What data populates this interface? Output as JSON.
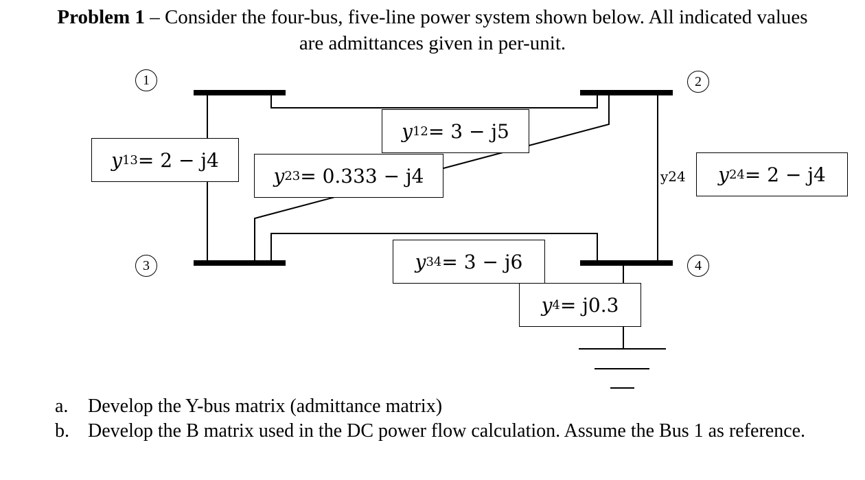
{
  "problem": {
    "label": "Problem 1",
    "dash": "–",
    "line1": "Consider the four-bus, five-line power system shown below.  All indicated values",
    "line2": "are admittances given in per-unit."
  },
  "buses": [
    {
      "id": "1"
    },
    {
      "id": "2"
    },
    {
      "id": "3"
    },
    {
      "id": "4"
    }
  ],
  "admittances": {
    "y12": {
      "var": "y",
      "sub": "12",
      "expr": " = 3 − j5"
    },
    "y13": {
      "var": "y",
      "sub": "13",
      "expr": " = 2 − j4"
    },
    "y23": {
      "var": "y",
      "sub": "23",
      "expr": " = 0.333 − j4"
    },
    "y24": {
      "var": "y",
      "sub": "24",
      "expr": " = 2 − j4"
    },
    "y34": {
      "var": "y",
      "sub": "34",
      "expr": " = 3 − j6"
    },
    "y4": {
      "var": "y",
      "sub": "4",
      "expr": " = j0.3"
    }
  },
  "y24_small": "y24",
  "tasks": [
    {
      "marker": "a.",
      "text": "Develop the Y-bus matrix (admittance matrix)"
    },
    {
      "marker": "b.",
      "text": "Develop the B matrix used in the DC power flow calculation. Assume the Bus 1 as reference."
    }
  ]
}
